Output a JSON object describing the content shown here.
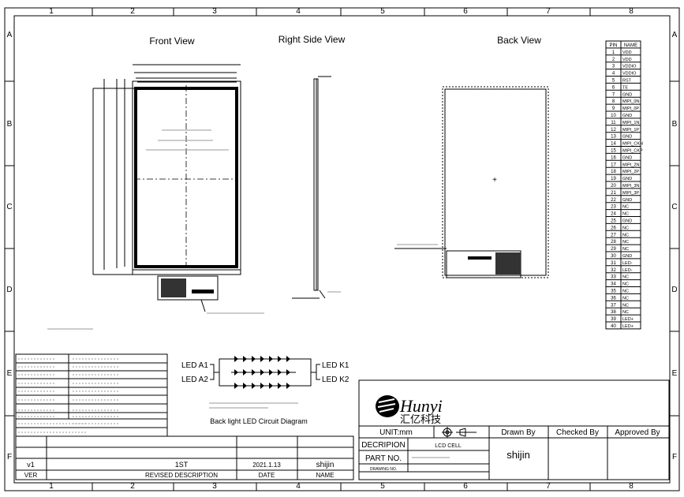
{
  "grid": {
    "columns": [
      "1",
      "2",
      "3",
      "4",
      "5",
      "6",
      "7",
      "8"
    ],
    "rows": [
      "A",
      "B",
      "C",
      "D",
      "E",
      "F"
    ]
  },
  "views": {
    "front": "Front View",
    "right_side": "Right Side View",
    "back": "Back View"
  },
  "pin_table": {
    "headers": [
      "PIN",
      "NAME"
    ],
    "pins": [
      [
        "1",
        "VDD"
      ],
      [
        "2",
        "VDD"
      ],
      [
        "3",
        "VDDIO"
      ],
      [
        "4",
        "VDDIO"
      ],
      [
        "5",
        "RST"
      ],
      [
        "6",
        "TE"
      ],
      [
        "7",
        "GND"
      ],
      [
        "8",
        "MIPI_0N"
      ],
      [
        "9",
        "MIPI_0P"
      ],
      [
        "10",
        "GND"
      ],
      [
        "11",
        "MIPI_1N"
      ],
      [
        "12",
        "MIPI_1P"
      ],
      [
        "13",
        "GND"
      ],
      [
        "14",
        "MIPI_CKN"
      ],
      [
        "15",
        "MIPI_CKP"
      ],
      [
        "16",
        "GND"
      ],
      [
        "17",
        "MIPI_2N"
      ],
      [
        "18",
        "MIPI_2P"
      ],
      [
        "19",
        "GND"
      ],
      [
        "20",
        "MIPI_3N"
      ],
      [
        "21",
        "MIPI_3P"
      ],
      [
        "22",
        "GND"
      ],
      [
        "23",
        "NC"
      ],
      [
        "24",
        "NC"
      ],
      [
        "25",
        "GND"
      ],
      [
        "26",
        "NC"
      ],
      [
        "27",
        "NC"
      ],
      [
        "28",
        "NC"
      ],
      [
        "29",
        "NC"
      ],
      [
        "30",
        "GND"
      ],
      [
        "31",
        "LED-"
      ],
      [
        "32",
        "LED-"
      ],
      [
        "33",
        "NC"
      ],
      [
        "34",
        "NC"
      ],
      [
        "35",
        "NC"
      ],
      [
        "36",
        "NC"
      ],
      [
        "37",
        "NC"
      ],
      [
        "38",
        "NC"
      ],
      [
        "39",
        "LED+"
      ],
      [
        "40",
        "LED+"
      ]
    ]
  },
  "led_circuit": {
    "anode_1": "LED A1",
    "anode_2": "LED A2",
    "cathode_1": "LED K1",
    "cathode_2": "LED K2",
    "title": "Back light LED Circuit Diagram"
  },
  "title_block": {
    "company_name": "Hunyi",
    "company_name_cn": "汇亿科技",
    "unit": "UNIT:mm",
    "drawn_by_label": "Drawn By",
    "checked_by_label": "Checked By",
    "approved_by_label": "Approved By",
    "drawn_by": "shijin",
    "description_label": "DECRIPION",
    "description": "LCD CELL",
    "part_no_label": "PART NO.",
    "drawing_no_label": "DRAWING NO."
  },
  "revision_block": {
    "headers": [
      "VER",
      "REVISED DESCRIPTION",
      "DATE",
      "NAME"
    ],
    "rows": [
      [
        "v1",
        "1ST",
        "2021.1.13",
        "shijin"
      ]
    ]
  }
}
